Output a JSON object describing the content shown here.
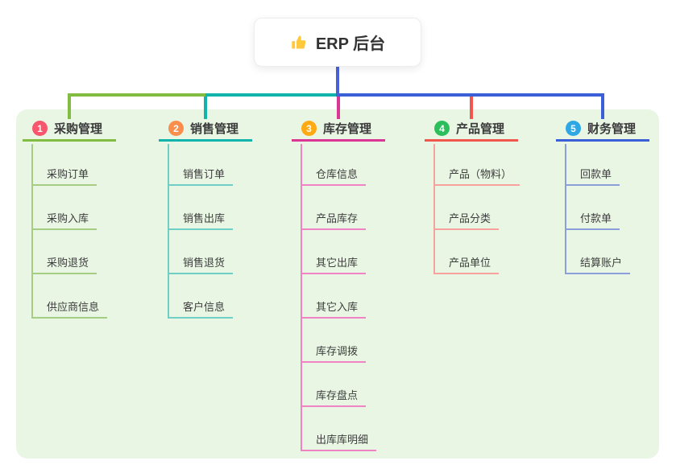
{
  "root": {
    "label": "ERP 后台",
    "icon": "thumbs-up-icon",
    "icon_color": "#FFC83D"
  },
  "canvas": {
    "background": "#ffffff",
    "panel_background": "#E9F6E4",
    "root_stem_color": "#4A62D8",
    "text_color": "#3a3a3a"
  },
  "branches": [
    {
      "badge": "1",
      "title": "采购管理",
      "badge_color": "#F7566D",
      "line_color": "#82BC40",
      "light_color": "#A6CE83",
      "children": [
        "采购订单",
        "采购入库",
        "采购退货",
        "供应商信息"
      ]
    },
    {
      "badge": "2",
      "title": "销售管理",
      "badge_color": "#F98E4D",
      "line_color": "#10B4AA",
      "light_color": "#6FCFC6",
      "children": [
        "销售订单",
        "销售出库",
        "销售退货",
        "客户信息"
      ]
    },
    {
      "badge": "3",
      "title": "库存管理",
      "badge_color": "#FFA913",
      "line_color": "#DB3694",
      "light_color": "#EF83C3",
      "children": [
        "仓库信息",
        "产品库存",
        "其它出库",
        "其它入库",
        "库存调拨",
        "库存盘点",
        "出库库明细"
      ]
    },
    {
      "badge": "4",
      "title": "产品管理",
      "badge_color": "#2BBE5A",
      "line_color": "#F2574E",
      "light_color": "#F7A29C",
      "children": [
        "产品（物料）",
        "产品分类",
        "产品单位"
      ]
    },
    {
      "badge": "5",
      "title": "财务管理",
      "badge_color": "#2FA7E4",
      "line_color": "#3A5FD6",
      "light_color": "#8C9EDC",
      "children": [
        "回款单",
        "付款单",
        "结算账户"
      ]
    }
  ]
}
